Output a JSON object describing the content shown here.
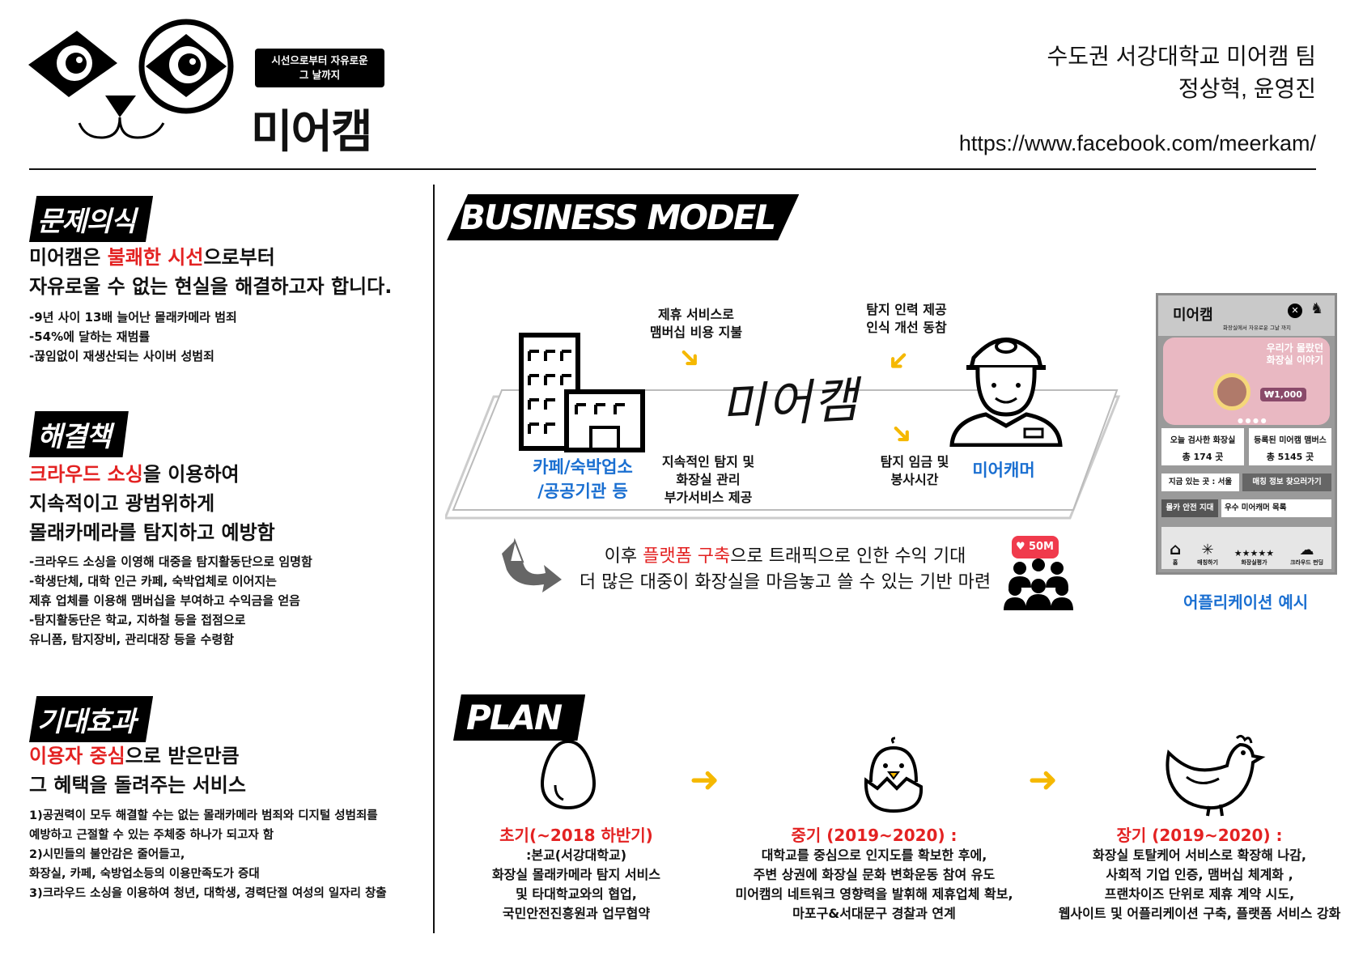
{
  "header": {
    "slogan_line1": "시선으로부터 자유로운",
    "slogan_line2": "그 날까지",
    "logo_word": "미어캠",
    "team_line1": "수도권 서강대학교 미어캠 팀",
    "team_line2": "정상혁, 윤영진",
    "url": "https://www.facebook.com/meerkam/"
  },
  "problem": {
    "tag": "문제의식",
    "headline_pre": "미어캠은 ",
    "headline_red": "불쾌한 시선",
    "headline_post": "으로부터",
    "headline_line2": "자유로울 수 없는 현실을 해결하고자 합니다.",
    "bullets": [
      "-9년 사이 13배 늘어난 몰래카메라 범죄",
      "-54%에 달하는 재범률",
      "-끊임없이 재생산되는 사이버 성범죄"
    ]
  },
  "solution": {
    "tag": "해결책",
    "headline_red": "크라우드 소싱",
    "headline_post": "을 이용하여",
    "headline_line2": "지속적이고 광범위하게",
    "headline_line3": "몰래카메라를 탐지하고 예방함",
    "bullets": [
      "-크라우드 소싱을 이영해 대중을 탐지활동단으로 임명함",
      "-학생단체, 대학 인근 카페, 숙박업체로 이어지는",
      "제휴 업체를 이용해 맴버십을 부여하고 수익금을 얻음",
      "-탐지활동단은 학교, 지하철 등을 접점으로",
      "유니폼, 탐지장비, 관리대장 등을 수령함"
    ]
  },
  "effect": {
    "tag": "기대효과",
    "headline_red": "이용자 중심",
    "headline_post": "으로 받은만큼",
    "headline_line2": "그 혜택을 돌려주는 서비스",
    "bullets": [
      "1)공권력이 모두 해결할 수는 없는 몰래카메라 범죄와 디지털 성범죄를",
      "예방하고 근절할 수 있는 주체중 하나가 되고자 함",
      "2)시민들의 불안감은 줄어들고,",
      "화장실, 카페, 숙방업소등의 이용만족도가 증대",
      "3)크라우드 소싱을 이용하여 청년, 대학생, 경력단절 여성의 일자리 창출"
    ]
  },
  "business_model": {
    "tag": "BUSINESS MODEL",
    "center_word": "미어캠",
    "partner_label_1": "카페/숙박업소",
    "partner_label_2": "/공공기관 등",
    "meerkamer_label": "미어캐머",
    "text_top_left_1": "제휴 서비스로",
    "text_top_left_2": "맴버십 비용 지불",
    "text_top_right_1": "탐지 인력 제공",
    "text_top_right_2": "인식 개선 동참",
    "text_bottom_left_1": "지속적인 탐지 및",
    "text_bottom_left_2": "화장실 관리",
    "text_bottom_left_3": "부가서비스 제공",
    "text_bottom_right_1": "탐지 임금 및",
    "text_bottom_right_2": "봉사시간",
    "future_pre": "이후 ",
    "future_red": "플랫폼 구축",
    "future_post": "으로 트래픽으로 인한 수익 기대",
    "future_line2": "더 많은 대중이 화장실을 마음놓고 쓸 수 있는 기반 마련",
    "likes_badge": "50M"
  },
  "app": {
    "title": "미어캠",
    "subtitle": "화장실에서 자유로운 그날 까지",
    "banner_line1": "우리가 몰랐던",
    "banner_line2": "화장실 이야기",
    "banner_price": "₩1,000",
    "card1_title": "오늘 검사한 화장실",
    "card1_value": "총 174 곳",
    "card2_title": "등록된 미어캠 맴버스",
    "card2_value": "총 5145 곳",
    "location": "지금 있는 곳 : 서울",
    "find_button": "매칭 정보 찾으러가기",
    "safe_zone": "몰카 안전 지대",
    "top_meerkamer": "우수 미어캐머 목록",
    "nav": [
      "홈",
      "매칭하기",
      "화장실평가",
      "크라우드 펀딩"
    ],
    "caption": "어플리케이션 예시"
  },
  "plan": {
    "tag": "PLAN",
    "stages": [
      {
        "title": "초기(~2018 하반기)",
        "lines": [
          ":본교(서강대학교)",
          "화장실 몰래카메라 탐지 서비스",
          "및 타대학교와의 협업,",
          "국민안전진흥원과 업무협약"
        ]
      },
      {
        "title": "중기 (2019~2020) :",
        "lines": [
          "대학교를 중심으로 인지도를 확보한 후에,",
          "주변 상권에 화장실 문화 변화운동 참여 유도",
          "미어캠의 네트워크 영향력을 발휘해 제휴업체 확보,",
          "마포구&서대문구 경찰과 연계"
        ]
      },
      {
        "title": "장기 (2019~2020) :",
        "lines": [
          "화장실 토탈케어 서비스로 확장해 나감,",
          "사회적 기업 인증, 맴버십 체계화 ,",
          "프랜차이즈 단위로 제휴 계약 시도,",
          "웹사이트 및 어플리케이션 구축, 플랫폼 서비스 강화"
        ]
      }
    ]
  }
}
